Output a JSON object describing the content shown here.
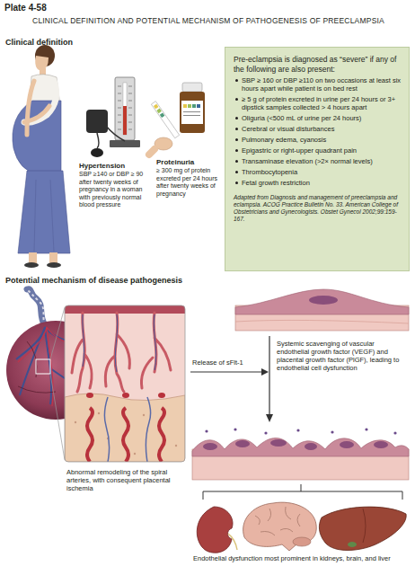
{
  "diagram": {
    "title": "CLINICAL DEFINITION AND POTENTIAL MECHANISM OF PATHOGENESIS OF PREECLAMPSIA",
    "nodes": [
      {
        "text": [
          "Pre-eclampsia is diagnosed as “severe” if any of the following are also present:",
          "SBP ≥ 160 or DBP ≥110 on two occasions at least six hours apart while patient is on bed rest",
          "≥ 5 g of protein excreted in urine per 24 hours or 3+ dipstick samples collected > 4 hours apart",
          "Oliguria (<500 mL of urine per 24 hours)",
          "Cerebral or visual disturbances",
          "Pulmonary edema, cyanosis",
          "Epigastric or right-upper quadrant pain",
          "Transaminase elevation (>2× normal levels)",
          "Thrombocytopenia",
          "Fetal growth restriction",
          "Adapted from Diagnosis and management of preeclampsia and eclampsia. ACOG Practice Bulletin No. 33. American College of Obstetricians and Gynecologists. Obstet Gynecol 2002;99:159-167."
        ]
      }
    ],
    "labels": [
      "Plate 4-58",
      "Clinical definition",
      "Hypertension",
      "SBP ≥140 or DBP ≥ 90 after twenty weeks of pregnancy in a woman with previously normal blood pressure",
      "Proteinuria",
      "≥ 300 mg of protein excreted per 24 hours after twenty weeks of pregnancy",
      "Potential mechanism of disease pathogenesis",
      "Release of sFlt-1",
      "Systemic scavenging of vascular endothelial growth factor (VEGF) and placental growth factor (PlGF), leading to endothelial cell dysfunction",
      "Abnormal remodeling of the spiral arteries, with consequent placental ischemia",
      "Endothelial dysfunction most prominent in kidneys, brain, and liver"
    ]
  }
}
